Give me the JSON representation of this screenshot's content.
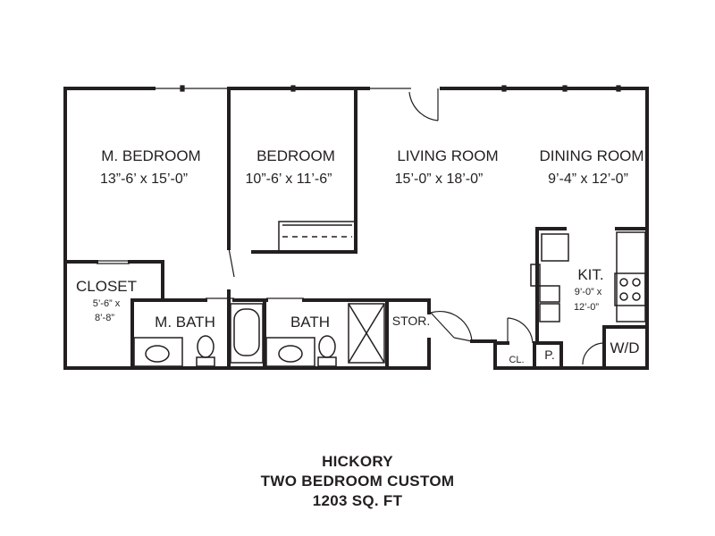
{
  "rooms": {
    "master_bedroom": {
      "name": "M. BEDROOM",
      "dims": "13”-6’ x 15’-0”"
    },
    "bedroom": {
      "name": "BEDROOM",
      "dims": "10”-6’ x 11’-6”"
    },
    "living_room": {
      "name": "LIVING ROOM",
      "dims": "15’-0” x 18’-0”"
    },
    "dining_room": {
      "name": "DINING ROOM",
      "dims": "9’-4” x 12’-0”"
    },
    "closet": {
      "name": "CLOSET",
      "dims_line1": "5’-6” x",
      "dims_line2": "8’-8”"
    },
    "kitchen": {
      "name": "KIT.",
      "dims_line1": "9’-0” x",
      "dims_line2": "12’-0”"
    },
    "master_bath": {
      "name": "M. BATH"
    },
    "bath": {
      "name": "BATH"
    },
    "storage": {
      "name": "STOR."
    },
    "coat_closet": {
      "name": "CL."
    },
    "pantry": {
      "name": "P."
    },
    "laundry": {
      "name": "W/D"
    }
  },
  "caption": {
    "line1": "HICKORY",
    "line2": "TWO BEDROOM CUSTOM",
    "line3": "1203 SQ. FT"
  }
}
